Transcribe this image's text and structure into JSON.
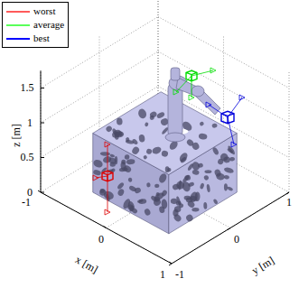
{
  "diagram": {
    "labels": [
      "1.5",
      "1",
      "0.5",
      "0",
      "z [m]",
      "-1",
      "0",
      "1",
      "x [m]",
      "-1",
      "0",
      "1",
      "y [m]"
    ],
    "legend": [
      {
        "text": "worst"
      },
      {
        "text": "average"
      },
      {
        "text": "best"
      }
    ]
  }
}
